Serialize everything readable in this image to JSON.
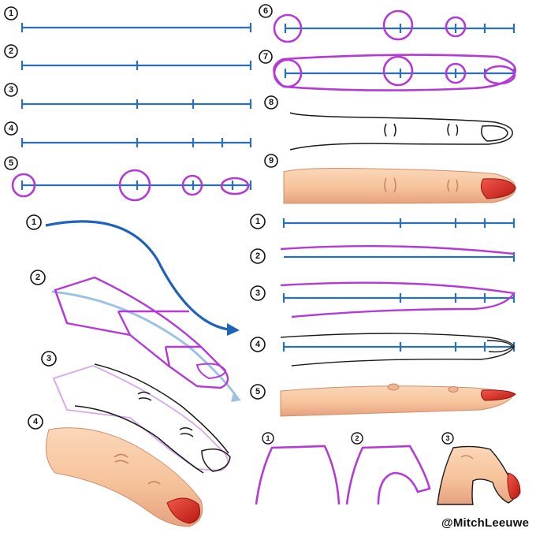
{
  "credit": "@MitchLeeuwe",
  "colors": {
    "guide_line": "#2a6fbe",
    "construction": "#b43ad6",
    "ink": "#1a1a1a",
    "skin": "#f6c39b",
    "skin_shadow": "#e09a76",
    "nail": "#d9241f",
    "arrow": "#1f63b8"
  },
  "icons": [
    "arrow-icon"
  ],
  "sections": {
    "left_lines": {
      "steps": [
        "1",
        "2",
        "3",
        "4",
        "5"
      ]
    },
    "right_top": {
      "steps": [
        "6",
        "7",
        "8",
        "9"
      ]
    },
    "perspective": {
      "steps": [
        "1",
        "2",
        "3",
        "4"
      ]
    },
    "curved": {
      "steps": [
        "1",
        "2",
        "3",
        "4",
        "5"
      ]
    },
    "bent": {
      "steps": [
        "1",
        "2",
        "3"
      ]
    }
  }
}
